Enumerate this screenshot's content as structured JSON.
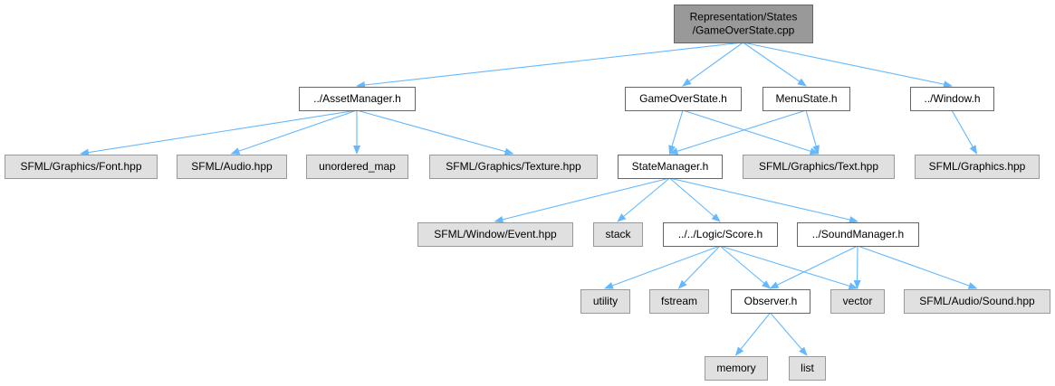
{
  "colors": {
    "root_fill": "#999999",
    "root_stroke": "#666666",
    "header_fill": "#ffffff",
    "header_stroke": "#666666",
    "external_fill": "#e0e0e0",
    "external_stroke": "#999999",
    "edge": "#63b8ff"
  },
  "nodes": [
    {
      "id": "root",
      "lines": [
        "Representation/States",
        "/GameOverState.cpp"
      ],
      "kind": "root"
    },
    {
      "id": "asset_manager",
      "lines": [
        "../AssetManager.h"
      ],
      "kind": "header"
    },
    {
      "id": "gameover_h",
      "lines": [
        "GameOverState.h"
      ],
      "kind": "header"
    },
    {
      "id": "menustate_h",
      "lines": [
        "MenuState.h"
      ],
      "kind": "header"
    },
    {
      "id": "window_h",
      "lines": [
        "../Window.h"
      ],
      "kind": "header"
    },
    {
      "id": "font_hpp",
      "lines": [
        "SFML/Graphics/Font.hpp"
      ],
      "kind": "external"
    },
    {
      "id": "audio_hpp",
      "lines": [
        "SFML/Audio.hpp"
      ],
      "kind": "external"
    },
    {
      "id": "unordered_map",
      "lines": [
        "unordered_map"
      ],
      "kind": "external"
    },
    {
      "id": "texture_hpp",
      "lines": [
        "SFML/Graphics/Texture.hpp"
      ],
      "kind": "external"
    },
    {
      "id": "statemanager_h",
      "lines": [
        "StateManager.h"
      ],
      "kind": "header"
    },
    {
      "id": "text_hpp",
      "lines": [
        "SFML/Graphics/Text.hpp"
      ],
      "kind": "external"
    },
    {
      "id": "graphics_hpp",
      "lines": [
        "SFML/Graphics.hpp"
      ],
      "kind": "external"
    },
    {
      "id": "event_hpp",
      "lines": [
        "SFML/Window/Event.hpp"
      ],
      "kind": "external"
    },
    {
      "id": "stack",
      "lines": [
        "stack"
      ],
      "kind": "external"
    },
    {
      "id": "score_h",
      "lines": [
        "../../Logic/Score.h"
      ],
      "kind": "header"
    },
    {
      "id": "soundmanager_h",
      "lines": [
        "../SoundManager.h"
      ],
      "kind": "header"
    },
    {
      "id": "utility",
      "lines": [
        "utility"
      ],
      "kind": "external"
    },
    {
      "id": "fstream",
      "lines": [
        "fstream"
      ],
      "kind": "external"
    },
    {
      "id": "observer_h",
      "lines": [
        "Observer.h"
      ],
      "kind": "header"
    },
    {
      "id": "vector",
      "lines": [
        "vector"
      ],
      "kind": "external"
    },
    {
      "id": "sound_hpp",
      "lines": [
        "SFML/Audio/Sound.hpp"
      ],
      "kind": "external"
    },
    {
      "id": "memory",
      "lines": [
        "memory"
      ],
      "kind": "external"
    },
    {
      "id": "list",
      "lines": [
        "list"
      ],
      "kind": "external"
    }
  ],
  "edges": [
    [
      "root",
      "asset_manager"
    ],
    [
      "root",
      "gameover_h"
    ],
    [
      "root",
      "menustate_h"
    ],
    [
      "root",
      "window_h"
    ],
    [
      "asset_manager",
      "font_hpp"
    ],
    [
      "asset_manager",
      "audio_hpp"
    ],
    [
      "asset_manager",
      "unordered_map"
    ],
    [
      "asset_manager",
      "texture_hpp"
    ],
    [
      "gameover_h",
      "statemanager_h"
    ],
    [
      "gameover_h",
      "text_hpp"
    ],
    [
      "menustate_h",
      "statemanager_h"
    ],
    [
      "menustate_h",
      "text_hpp"
    ],
    [
      "window_h",
      "graphics_hpp"
    ],
    [
      "statemanager_h",
      "event_hpp"
    ],
    [
      "statemanager_h",
      "stack"
    ],
    [
      "statemanager_h",
      "score_h"
    ],
    [
      "statemanager_h",
      "soundmanager_h"
    ],
    [
      "score_h",
      "utility"
    ],
    [
      "score_h",
      "fstream"
    ],
    [
      "score_h",
      "observer_h"
    ],
    [
      "score_h",
      "vector"
    ],
    [
      "soundmanager_h",
      "observer_h"
    ],
    [
      "soundmanager_h",
      "vector"
    ],
    [
      "soundmanager_h",
      "sound_hpp"
    ],
    [
      "observer_h",
      "memory"
    ],
    [
      "observer_h",
      "list"
    ]
  ]
}
